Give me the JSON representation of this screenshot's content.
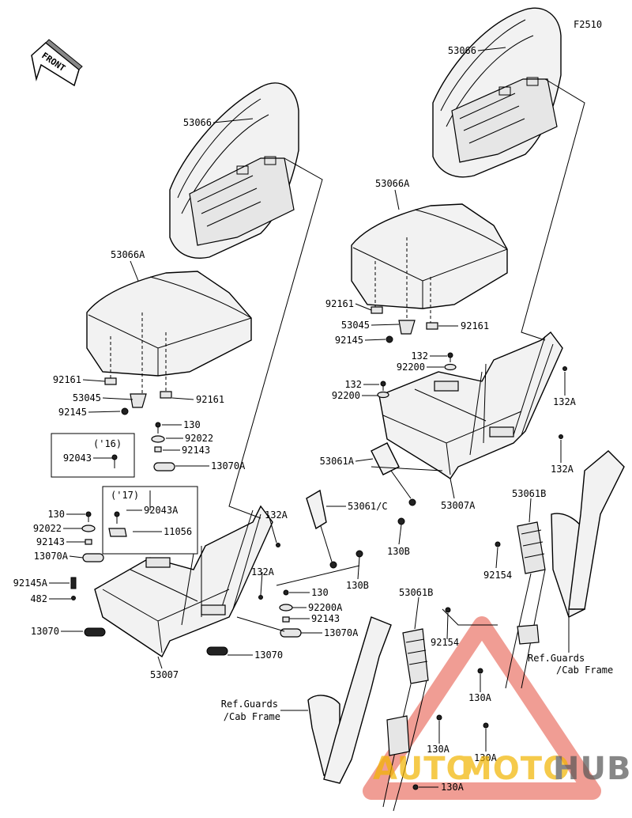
{
  "figure_code": "F2510",
  "front_label": "FRONT",
  "watermark": {
    "auto": "AUTO",
    "moto": "MOTO",
    "hub": "HUB",
    "color_red": "#e23b2a",
    "color_yellow": "#f2b400",
    "color_gray": "#555555"
  },
  "labels": {
    "seat_back_left": "53066",
    "seat_back_right": "53066",
    "seat_cushion_left": "53066A",
    "seat_cushion_right": "53066A",
    "bracket_left_a": "92161",
    "bracket_left_b": "92161",
    "bracket_right_a": "92161",
    "bracket_right_b": "92161",
    "latch_left": "53045",
    "latch_right": "53045",
    "pin_left": "92145",
    "pin_right": "92145",
    "year_16": "('16)",
    "year_17": "('17)",
    "stud_16": "92043",
    "stud_17": "92043A",
    "bolt_130_a": "130",
    "bolt_130_b": "130",
    "bolt_130_c": "130",
    "washer_92022_a": "92022",
    "washer_92022_b": "92022",
    "collar_92143_a": "92143",
    "collar_92143_b": "92143",
    "collar_92143_c": "92143",
    "rubber_13070A_a": "13070A",
    "rubber_13070A_b": "13070A",
    "rubber_13070A_c": "13070A",
    "rubber_13070_a": "13070",
    "rubber_13070_b": "13070",
    "clip_11056": "11056",
    "pin_92145A": "92145A",
    "nut_482": "482",
    "frame_left": "53007",
    "frame_right": "53007A",
    "bolt_132A_a": "132A",
    "bolt_132A_b": "132A",
    "bolt_132A_c": "132A",
    "bolt_132A_d": "132A",
    "bolt_132_a": "132",
    "bolt_132_b": "132",
    "washer_92200_a": "92200",
    "washer_92200_b": "92200",
    "washer_92200A": "92200A",
    "buckle_53061A": "53061A",
    "buckle_53061C": "53061/C",
    "bolt_130B_a": "130B",
    "bolt_130B_b": "130B",
    "belt_53061B_a": "53061B",
    "belt_53061B_b": "53061B",
    "spacer_92154_a": "92154",
    "spacer_92154_b": "92154",
    "bolt_130A_a": "130A",
    "bolt_130A_b": "130A",
    "bolt_130A_c": "130A",
    "bolt_130A_d": "130A",
    "ref_right_1": "Ref.Guards",
    "ref_right_2": "/Cab Frame",
    "ref_left_1": "Ref.Guards",
    "ref_left_2": "/Cab Frame"
  }
}
